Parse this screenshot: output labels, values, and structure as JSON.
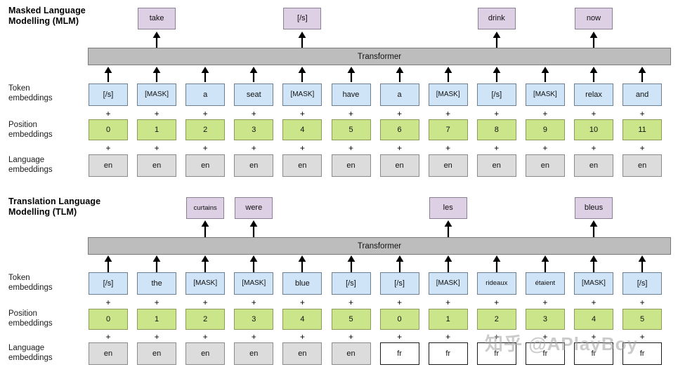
{
  "figure": {
    "watermark": "知乎 @APlayBoy",
    "colors": {
      "token": "#cfe4f7",
      "position": "#cbe58a",
      "language_en": "#dcdcdc",
      "language_fr": "#ffffff",
      "output": "#ddcfe4",
      "transformer": "#bdbdbd"
    }
  },
  "row_labels": {
    "token": "Token\nembeddings",
    "position": "Position\nembeddings",
    "language": "Language\nembeddings"
  },
  "plus_symbol": "+",
  "mlm": {
    "title": "Masked Language\nModelling (MLM)",
    "transformer_label": "Transformer",
    "n_columns": 12,
    "outputs": [
      {
        "col": 1,
        "label": "take"
      },
      {
        "col": 4,
        "label": "[/s]"
      },
      {
        "col": 8,
        "label": "drink"
      },
      {
        "col": 10,
        "label": "now"
      }
    ],
    "tokens": [
      "[/s]",
      "[MASK]",
      "a",
      "seat",
      "[MASK]",
      "have",
      "a",
      "[MASK]",
      "[/s]",
      "[MASK]",
      "relax",
      "and"
    ],
    "positions": [
      "0",
      "1",
      "2",
      "3",
      "4",
      "5",
      "6",
      "7",
      "8",
      "9",
      "10",
      "11"
    ],
    "languages": [
      "en",
      "en",
      "en",
      "en",
      "en",
      "en",
      "en",
      "en",
      "en",
      "en",
      "en",
      "en"
    ]
  },
  "tlm": {
    "title": "Translation Language\nModelling (TLM)",
    "transformer_label": "Transformer",
    "n_columns": 12,
    "outputs": [
      {
        "col": 2,
        "label": "curtains"
      },
      {
        "col": 3,
        "label": "were"
      },
      {
        "col": 7,
        "label": "les"
      },
      {
        "col": 10,
        "label": "bleus"
      }
    ],
    "tokens": [
      "[/s]",
      "the",
      "[MASK]",
      "[MASK]",
      "blue",
      "[/s]",
      "[/s]",
      "[MASK]",
      "rideaux",
      "étaient",
      "[MASK]",
      "[/s]"
    ],
    "positions": [
      "0",
      "1",
      "2",
      "3",
      "4",
      "5",
      "0",
      "1",
      "2",
      "3",
      "4",
      "5"
    ],
    "languages": [
      "en",
      "en",
      "en",
      "en",
      "en",
      "en",
      "fr",
      "fr",
      "fr",
      "fr",
      "fr",
      "fr"
    ]
  }
}
